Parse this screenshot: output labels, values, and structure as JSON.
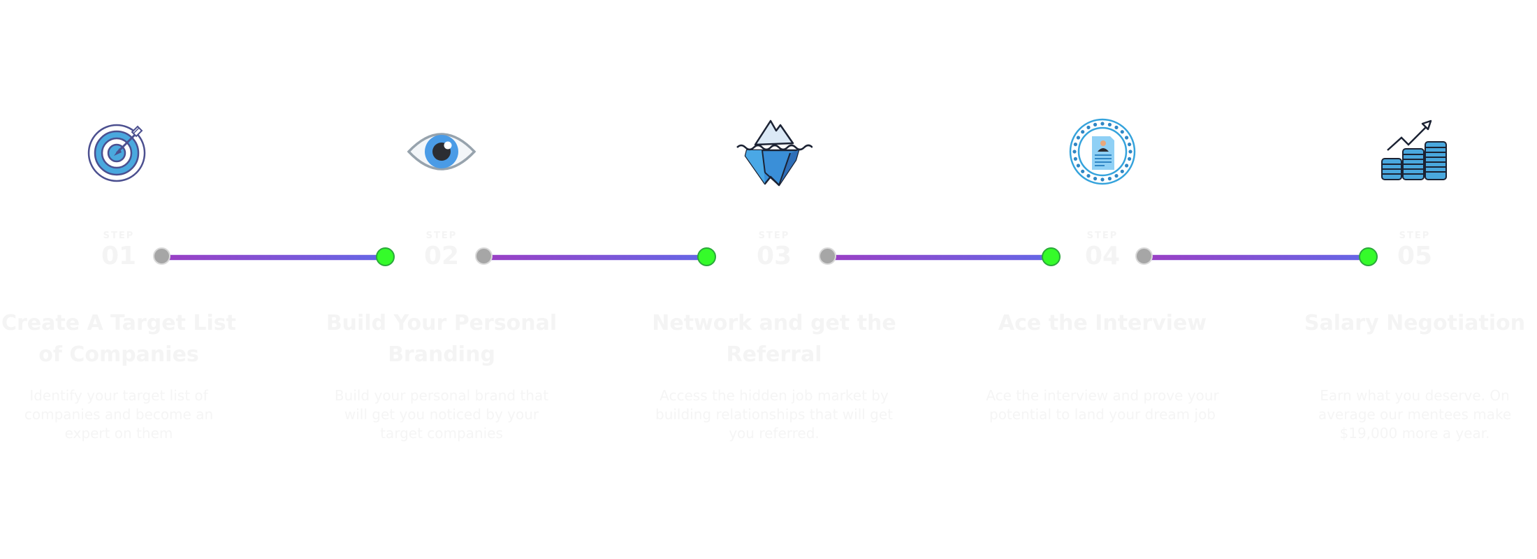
{
  "step_label": "STEP",
  "colors": {
    "line_start": "#9b3fc4",
    "line_end": "#6467e6",
    "node_start": "#a6a6a6",
    "node_end": "#35fb2a",
    "text": "#f4f4f4",
    "icon_blue": "#4aa8de"
  },
  "steps": [
    {
      "number": "01",
      "icon": "target-icon",
      "title": "Create A Target List of Companies",
      "body": "Identify your target list of companies and become an expert on them"
    },
    {
      "number": "02",
      "icon": "eye-icon",
      "title": "Build Your Personal Branding",
      "body": "Build your personal brand that will get you noticed by your target companies"
    },
    {
      "number": "03",
      "icon": "iceberg-icon",
      "title": "Network and get the Referral",
      "body": "Access the hidden job market by building relationships that will get you referred."
    },
    {
      "number": "04",
      "icon": "resume-badge-icon",
      "title": "Ace the Interview",
      "body": "Ace the interview and prove your potential to land your dream job"
    },
    {
      "number": "05",
      "icon": "coins-growth-icon",
      "title": "Salary Negotiation",
      "body": "Earn what you deserve. On average our mentees make $19,000 more a year."
    }
  ]
}
